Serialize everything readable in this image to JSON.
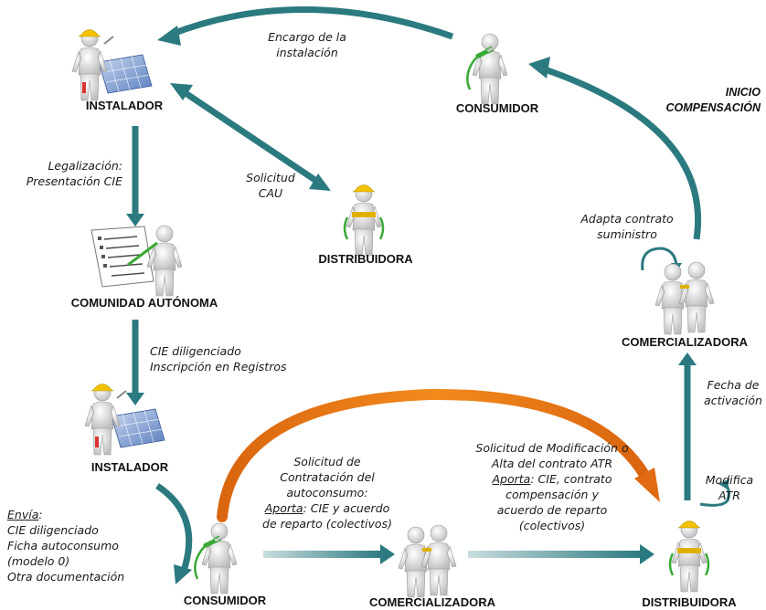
{
  "nodes": {
    "instalador_top": "INSTALADOR",
    "consumidor_top": "CONSUMIDOR",
    "distribuidora_mid": "DISTRIBUIDORA",
    "comunidad_autonoma": "COMUNIDAD AUTÓNOMA",
    "instalador_mid": "INSTALADOR",
    "comercializadora_right": "COMERCIALIZADORA",
    "consumidor_bottom": "CONSUMIDOR",
    "comercializadora_bottom": "COMERCIALIZADORA",
    "distribuidora_bottom": "DISTRIBUIDORA"
  },
  "labels": {
    "encargo": [
      "Encargo de la",
      "instalación"
    ],
    "inicio": [
      "INICIO",
      "COMPENSACIÓN"
    ],
    "legalizacion": [
      "Legalización:",
      "Presentación CIE"
    ],
    "solicitud_cau": [
      "Solicitud",
      "CAU"
    ],
    "adapta": [
      "Adapta contrato",
      "suministro"
    ],
    "cie_diligenciado": [
      "CIE diligenciado",
      "Inscripción en Registros"
    ],
    "fecha": [
      "Fecha de",
      "activación"
    ],
    "contratacion": {
      "l1": "Solicitud de",
      "l2": "Contratación del",
      "l3": "autoconsumo:",
      "aporta": "Aporta",
      "l4_rest": ": CIE y acuerdo",
      "l5": "de reparto (colectivos)"
    },
    "modificacion": {
      "l1": "Solicitud de Modificación o",
      "l2": "Alta del contrato ATR",
      "aporta": "Aporta",
      "l3_rest": ": CIE, contrato",
      "l4": "compensación y",
      "l5": "acuerdo de reparto",
      "l6": "(colectivos)"
    },
    "modifica_atr": [
      "Modifica",
      "ATR"
    ],
    "envia": {
      "title": "Envía",
      "colon": ":",
      "lines": [
        "CIE diligenciado",
        "Ficha autoconsumo",
        "(modelo 0)",
        "Otra documentación"
      ]
    }
  },
  "colors": {
    "teal": "#2b7a80",
    "orange": "#e06b12",
    "hardhat": "#f2c200",
    "plug": "#39a935",
    "panel": "#5b7fc0"
  }
}
